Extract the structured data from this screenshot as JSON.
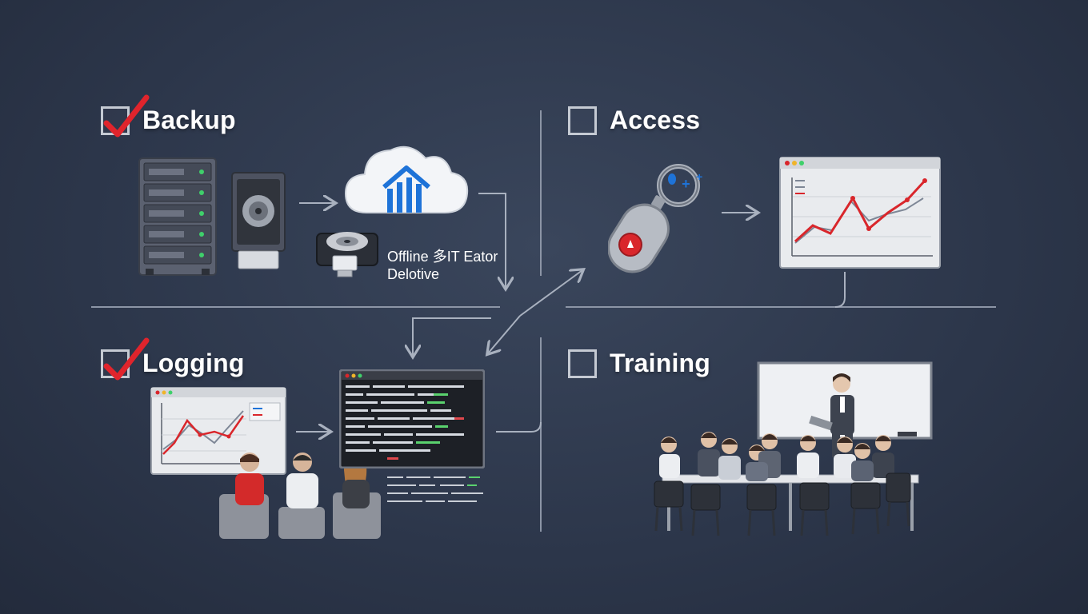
{
  "quadrants": {
    "backup": {
      "label": "Backup",
      "checked": true,
      "caption_line1": "Offline 多IT Eator",
      "caption_line2": "Delotive"
    },
    "access": {
      "label": "Access",
      "checked": false
    },
    "logging": {
      "label": "Logging",
      "checked": true
    },
    "training": {
      "label": "Training",
      "checked": false
    }
  },
  "colors": {
    "background": "#2c364a",
    "divider": "#8c95a6",
    "check": "#e0242c",
    "accent_blue": "#1e73d8",
    "chart_red": "#d9262b",
    "chart_gray": "#7e8796"
  },
  "icons": [
    "server-rack-icon",
    "hard-drive-icon",
    "cloud-backup-icon",
    "external-disk-icon",
    "usb-drive-icon",
    "key-fob-icon",
    "line-chart-window-icon",
    "code-terminal-icon",
    "presentation-screen-icon",
    "people-icon"
  ]
}
